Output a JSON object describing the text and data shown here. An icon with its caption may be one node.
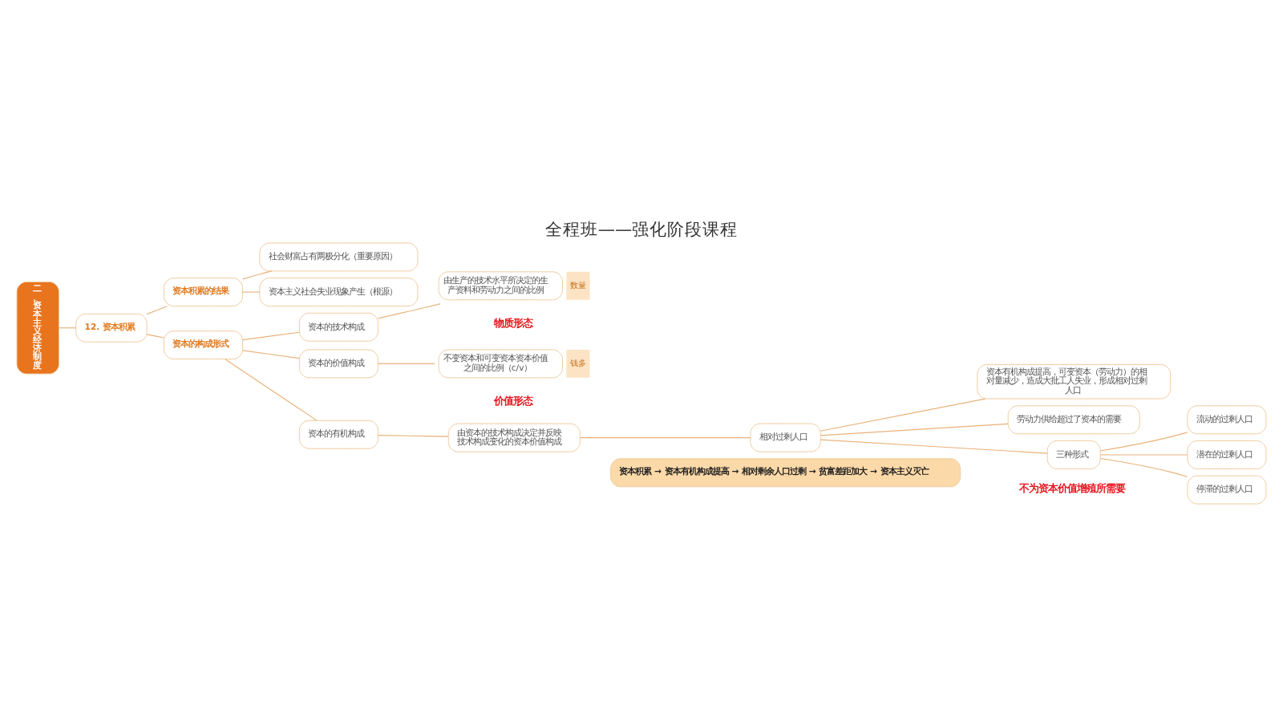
{
  "diagram": {
    "title": "全程班——强化阶段课程",
    "nodes": [
      {
        "text": [
          "二、资本主义经济制度"
        ]
      },
      {
        "text": [
          "12. 资本积累"
        ]
      },
      {
        "text": [
          "资本积累的结果"
        ]
      },
      {
        "text": [
          "社会财富占有两极分化（重要原因）"
        ]
      },
      {
        "text": [
          "资本主义社会失业现象产生（根源）"
        ]
      },
      {
        "text": [
          "资本的构成形式"
        ]
      },
      {
        "text": [
          "资本的技术构成"
        ]
      },
      {
        "text": [
          "由生产的技术水平所决定的生产资料和劳动力之间的比例"
        ],
        "beside": [
          "数量"
        ]
      },
      {
        "text": [
          "资本的价值构成"
        ]
      },
      {
        "text": [
          "不变资本和可变资本资本价值之间的比例（c/v）"
        ],
        "beside": [
          "钱多"
        ]
      },
      {
        "text": [
          "资本的有机构成"
        ]
      },
      {
        "text": [
          "由资本的技术构成决定并反映技术构成变化的资本价值构成"
        ]
      },
      {
        "text": [
          "相对过剩人口"
        ]
      },
      {
        "text": [
          "资本有机构成提高，可变资本（劳动力）的相对量减少，造成大批工人失业，形成相对过剩人口"
        ]
      },
      {
        "text": [
          "劳动力供给超过了资本的需要"
        ]
      },
      {
        "text": [
          "三种形式"
        ]
      },
      {
        "text": [
          "流动的过剩人口"
        ]
      },
      {
        "text": [
          "潜在的过剩人口"
        ]
      },
      {
        "text": [
          "停滞的过剩人口"
        ]
      },
      {
        "text": [
          "资本积累 → 资本有机构成提高 → 相对剩余人口过剩 → 贫富差距加大 → 资本主义灭亡"
        ]
      }
    ],
    "edges": [
      {
        "from": 0,
        "to": 1,
        "arrow": "none"
      },
      {
        "from": 1,
        "to": 2,
        "arrow": "none"
      },
      {
        "from": 2,
        "to": 3,
        "arrow": "none"
      },
      {
        "from": 2,
        "to": 4,
        "arrow": "none"
      },
      {
        "from": 1,
        "to": 5,
        "arrow": "none"
      },
      {
        "from": 5,
        "to": 6,
        "arrow": "none"
      },
      {
        "from": 5,
        "to": 8,
        "arrow": "none"
      },
      {
        "from": 5,
        "to": 10,
        "arrow": "none"
      },
      {
        "from": 6,
        "to": 7,
        "arrow": "none"
      },
      {
        "from": 8,
        "to": 9,
        "arrow": "none"
      },
      {
        "from": 10,
        "to": 11,
        "arrow": "none"
      },
      {
        "from": 11,
        "to": 12,
        "arrow": "none"
      },
      {
        "from": 12,
        "to": 13,
        "arrow": "none"
      },
      {
        "from": 12,
        "to": 14,
        "arrow": "none"
      },
      {
        "from": 12,
        "to": 15,
        "arrow": "none"
      },
      {
        "from": 15,
        "to": 16,
        "arrow": "none"
      },
      {
        "from": 15,
        "to": 17,
        "arrow": "none"
      },
      {
        "from": 15,
        "to": 18,
        "arrow": "none"
      }
    ],
    "labels": [
      "物质形态",
      "价值形态",
      "不为资本价值增殖所需要"
    ]
  }
}
